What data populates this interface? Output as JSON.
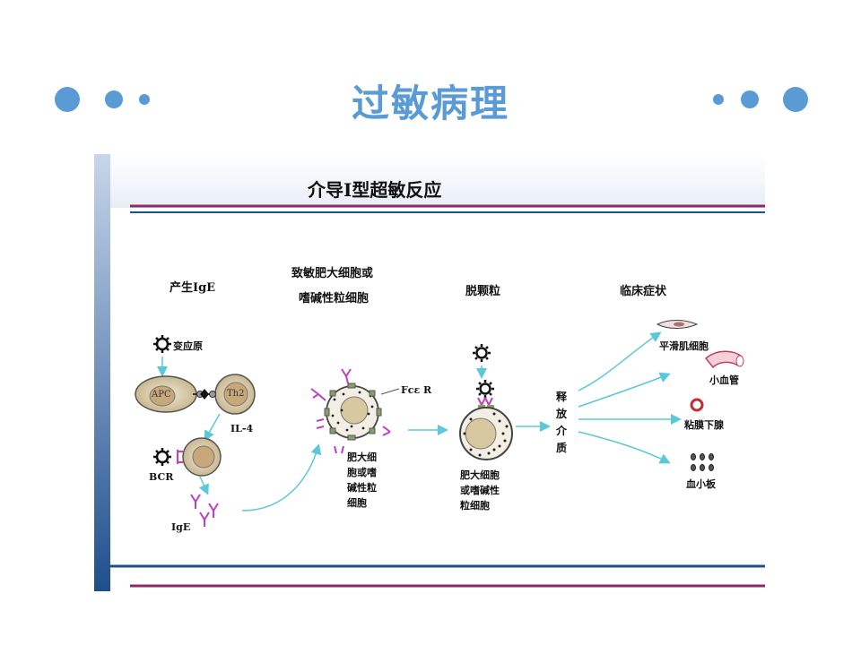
{
  "slide": {
    "title": "过敏病理",
    "accent_color": "#5b9bd5"
  },
  "figure": {
    "heading": "介导Ⅰ型超敏反应",
    "columns": {
      "produce_ige": "产生IgE",
      "sensitized_line1": "致敏肥大细胞或",
      "sensitized_line2": "嗜碱性粒细胞",
      "degranulation": "脱颗粒",
      "clinical": "临床症状"
    },
    "labels": {
      "allergen": "变应原",
      "apc": "APC",
      "th2": "Th2",
      "il4": "IL-4",
      "bcr": "BCR",
      "ige": "IgE",
      "fce_r": "Fcε R",
      "mast_text_1": [
        "肥大细",
        "胞或嗜",
        "碱性粒",
        "细胞"
      ],
      "mast_text_2": [
        "肥大细胞",
        "或嗜碱性",
        "粒细胞"
      ],
      "mediator": [
        "释",
        "放",
        "介",
        "质"
      ],
      "smooth_muscle": "平滑肌细胞",
      "small_vessel": "小血管",
      "mucous_gland": "粘膜下腺",
      "platelet": "血小板"
    },
    "colors": {
      "arrow": "#5bc8d8",
      "magenta_line": "#8b2a6a",
      "blue_frame": "#1f4e8c",
      "cell_fill": "#d8c8a0",
      "ige": "#c040c0"
    }
  }
}
